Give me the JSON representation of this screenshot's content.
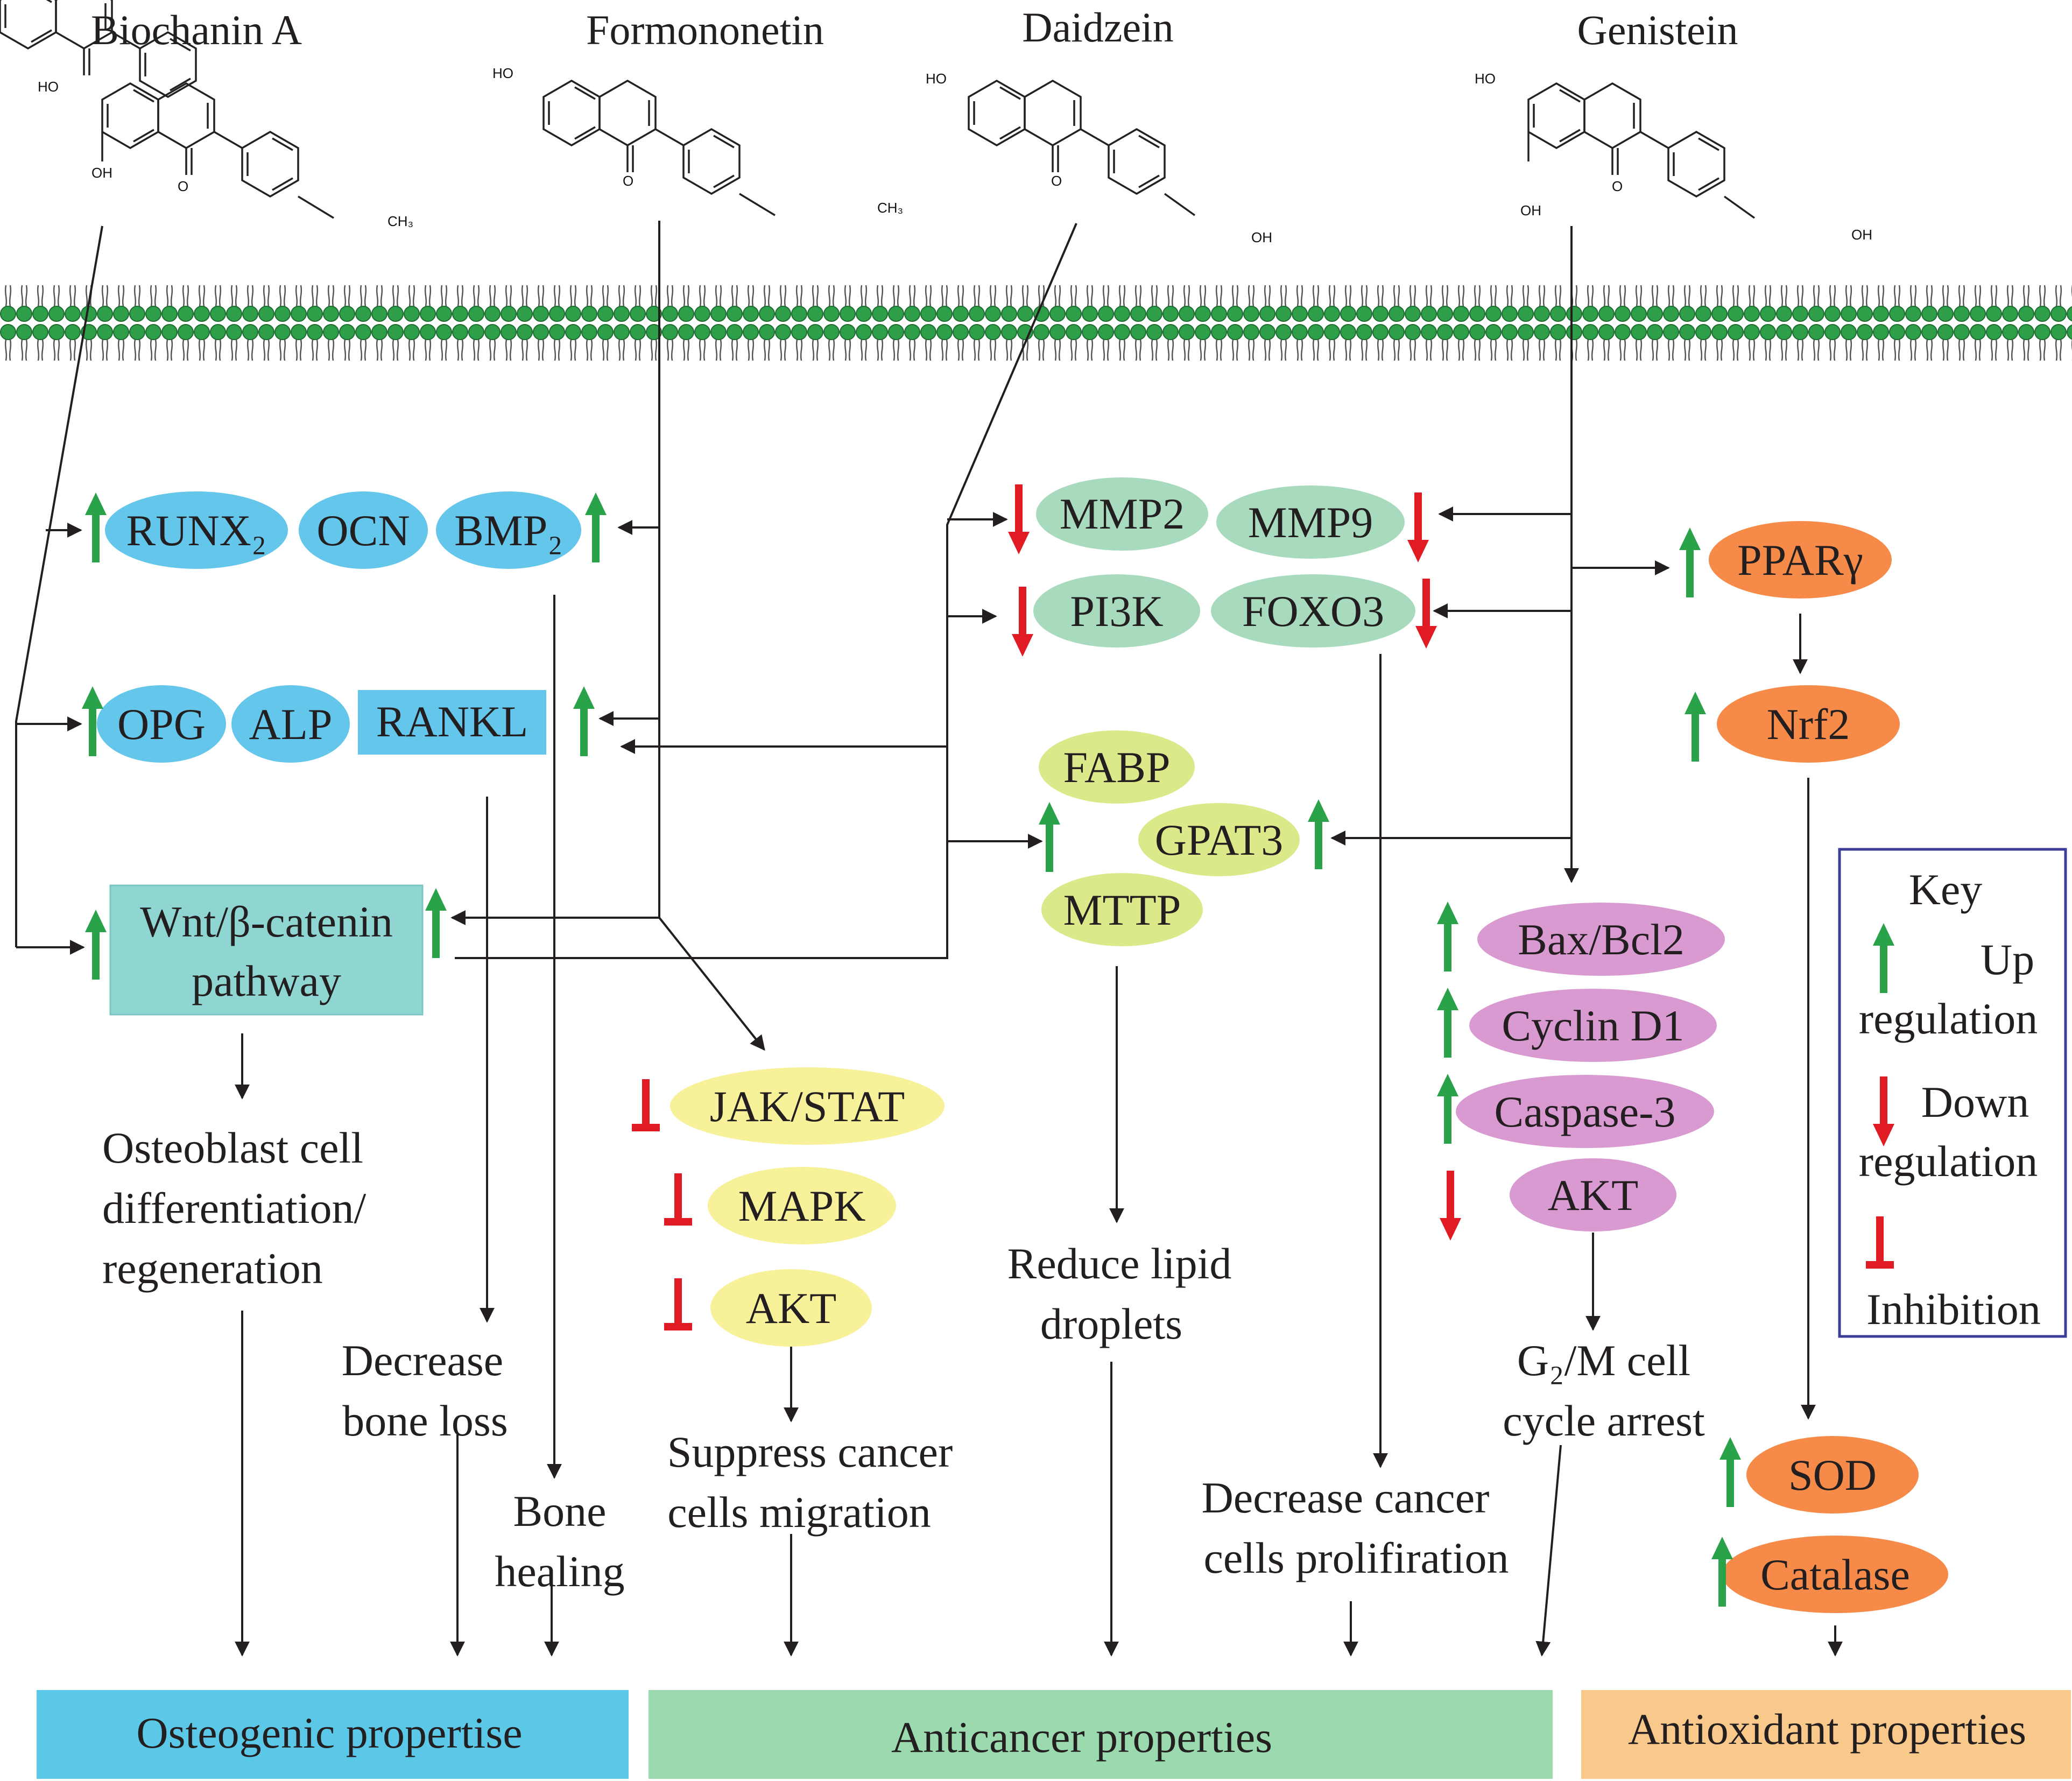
{
  "compounds": [
    {
      "name": "Biochanin A"
    },
    {
      "name": "Formononetin"
    },
    {
      "name": "Daidzein"
    },
    {
      "name": "Genistein"
    }
  ],
  "chem_labels": {
    "ho": "HO",
    "oh": "OH",
    "o": "O",
    "ch3": "CH₃"
  },
  "molecules": {
    "runx2": "RUNX₂",
    "ocn": "OCN",
    "bmp2": "BMP₂",
    "opg": "OPG",
    "alp": "ALP",
    "rankl": "RANKL",
    "wnt_line1": "Wnt/β-catenin",
    "wnt_line2": "pathway",
    "mmp2": "MMP2",
    "mmp9": "MMP9",
    "pi3k": "PI3K",
    "foxo3": "FOXO3",
    "fabp": "FABP",
    "gpat3": "GPAT3",
    "mttp": "MTTP",
    "jakstat": "JAK/STAT",
    "mapk": "MAPK",
    "akt_y": "AKT",
    "baxbcl2": "Bax/Bcl2",
    "cyclind1": "Cyclin D1",
    "caspase3": "Caspase-3",
    "akt_p": "AKT",
    "ppar": "PPARγ",
    "nrf2": "Nrf2",
    "sod": "SOD",
    "catalase": "Catalase"
  },
  "outcomes": {
    "osteo_1": "Osteoblast cell",
    "osteo_2": "differentiation/",
    "osteo_3": "regeneration",
    "bone_loss_1": "Decrease",
    "bone_loss_2": "bone loss",
    "bone_heal_1": "Bone",
    "bone_heal_2": "healing",
    "migration_1": "Suppress cancer",
    "migration_2": "cells migration",
    "lipid_1": "Reduce lipid",
    "lipid_2": "droplets",
    "prolif_1": "Decrease cancer",
    "prolif_2": "cells prolifiration",
    "arrest_1": "G₂/M cell",
    "arrest_2": "cycle arrest"
  },
  "properties": {
    "osteogenic": "Osteogenic propertise",
    "anticancer": "Anticancer properties",
    "antioxidant": "Antioxidant properties"
  },
  "key": {
    "title": "Key",
    "up_1": "Up",
    "up_2": "regulation",
    "down_1": "Down",
    "down_2": "regulation",
    "inhibition": "Inhibition"
  },
  "colors": {
    "blue": "#63c6ea",
    "teal_box": "#8fd6d2",
    "green_ellipse": "#a8dbbe",
    "yellow_green": "#dce98a",
    "yellow": "#f7f29a",
    "pink": "#d99ad1",
    "orange": "#f68a49",
    "up_arrow": "#2aa24a",
    "down_arrow": "#e01b24",
    "bar_osteo": "#5bc8e8",
    "bar_anticancer": "#9bd9ae",
    "bar_antioxidant": "#f9c98b",
    "membrane": "#2e9e48"
  }
}
